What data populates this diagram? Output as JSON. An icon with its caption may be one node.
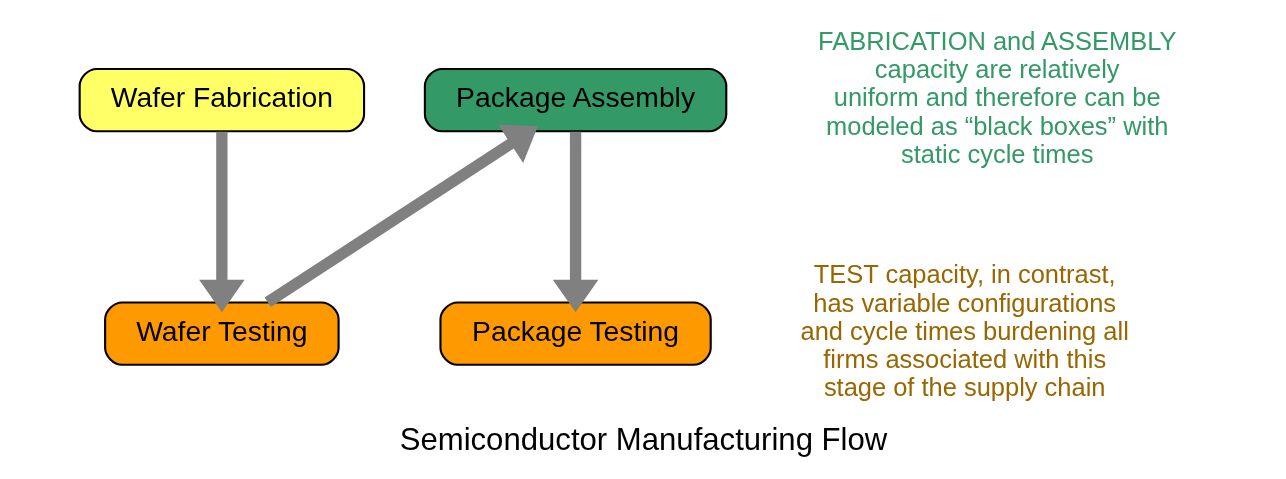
{
  "diagram": {
    "caption": "Semiconductor Manufacturing Flow",
    "nodes": [
      {
        "text": [
          "Wafer Fabrication"
        ]
      },
      {
        "text": [
          "Package Assembly"
        ]
      },
      {
        "text": [
          "Wafer Testing"
        ]
      },
      {
        "text": [
          "Package Testing"
        ]
      }
    ],
    "edges": [
      {
        "from": 0,
        "to": 2,
        "arrow": "to"
      },
      {
        "from": 2,
        "to": 1,
        "arrow": "to"
      },
      {
        "from": 1,
        "to": 3,
        "arrow": "to"
      }
    ],
    "labels": [
      "FABRICATION and ASSEMBLY capacity are relatively uniform and therefore can be modeled as “black boxes” with static cycle times",
      "TEST capacity, in contrast, has variable configurations and cycle times burdening all firms associated with this stage of the supply chain"
    ]
  }
}
